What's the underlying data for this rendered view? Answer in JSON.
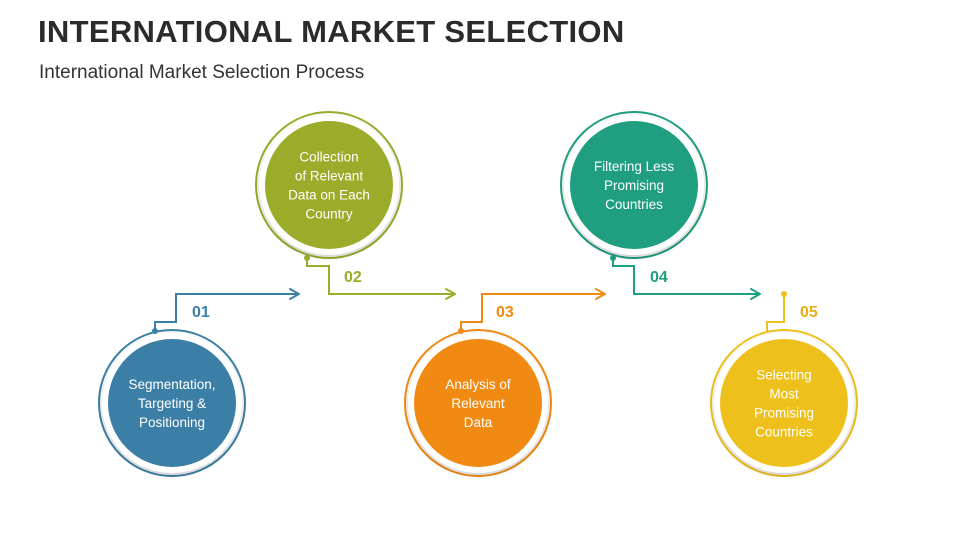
{
  "header": {
    "title": "INTERNATIONAL MARKET SELECTION",
    "subtitle": "International Market Selection Process"
  },
  "steps": [
    {
      "number": "01",
      "lines": [
        "Segmentation,",
        "Targeting  &",
        "Positioning"
      ],
      "color": "#3c7fa6",
      "text_color": "#3c7fa6"
    },
    {
      "number": "02",
      "lines": [
        "Collection",
        "of Relevant",
        "Data on Each",
        "Country"
      ],
      "color": "#9aac2a",
      "text_color": "#9aac2a"
    },
    {
      "number": "03",
      "lines": [
        "Analysis of",
        "Relevant",
        "Data"
      ],
      "color": "#f08a12",
      "text_color": "#f08a12"
    },
    {
      "number": "04",
      "lines": [
        "Filtering Less",
        "Promising",
        "Countries"
      ],
      "color": "#1f9e80",
      "text_color": "#1f9e80"
    },
    {
      "number": "05",
      "lines": [
        "Selecting",
        "Most",
        "Promising",
        "Countries"
      ],
      "color": "#eec01b",
      "text_color": "#e6ad12"
    }
  ]
}
